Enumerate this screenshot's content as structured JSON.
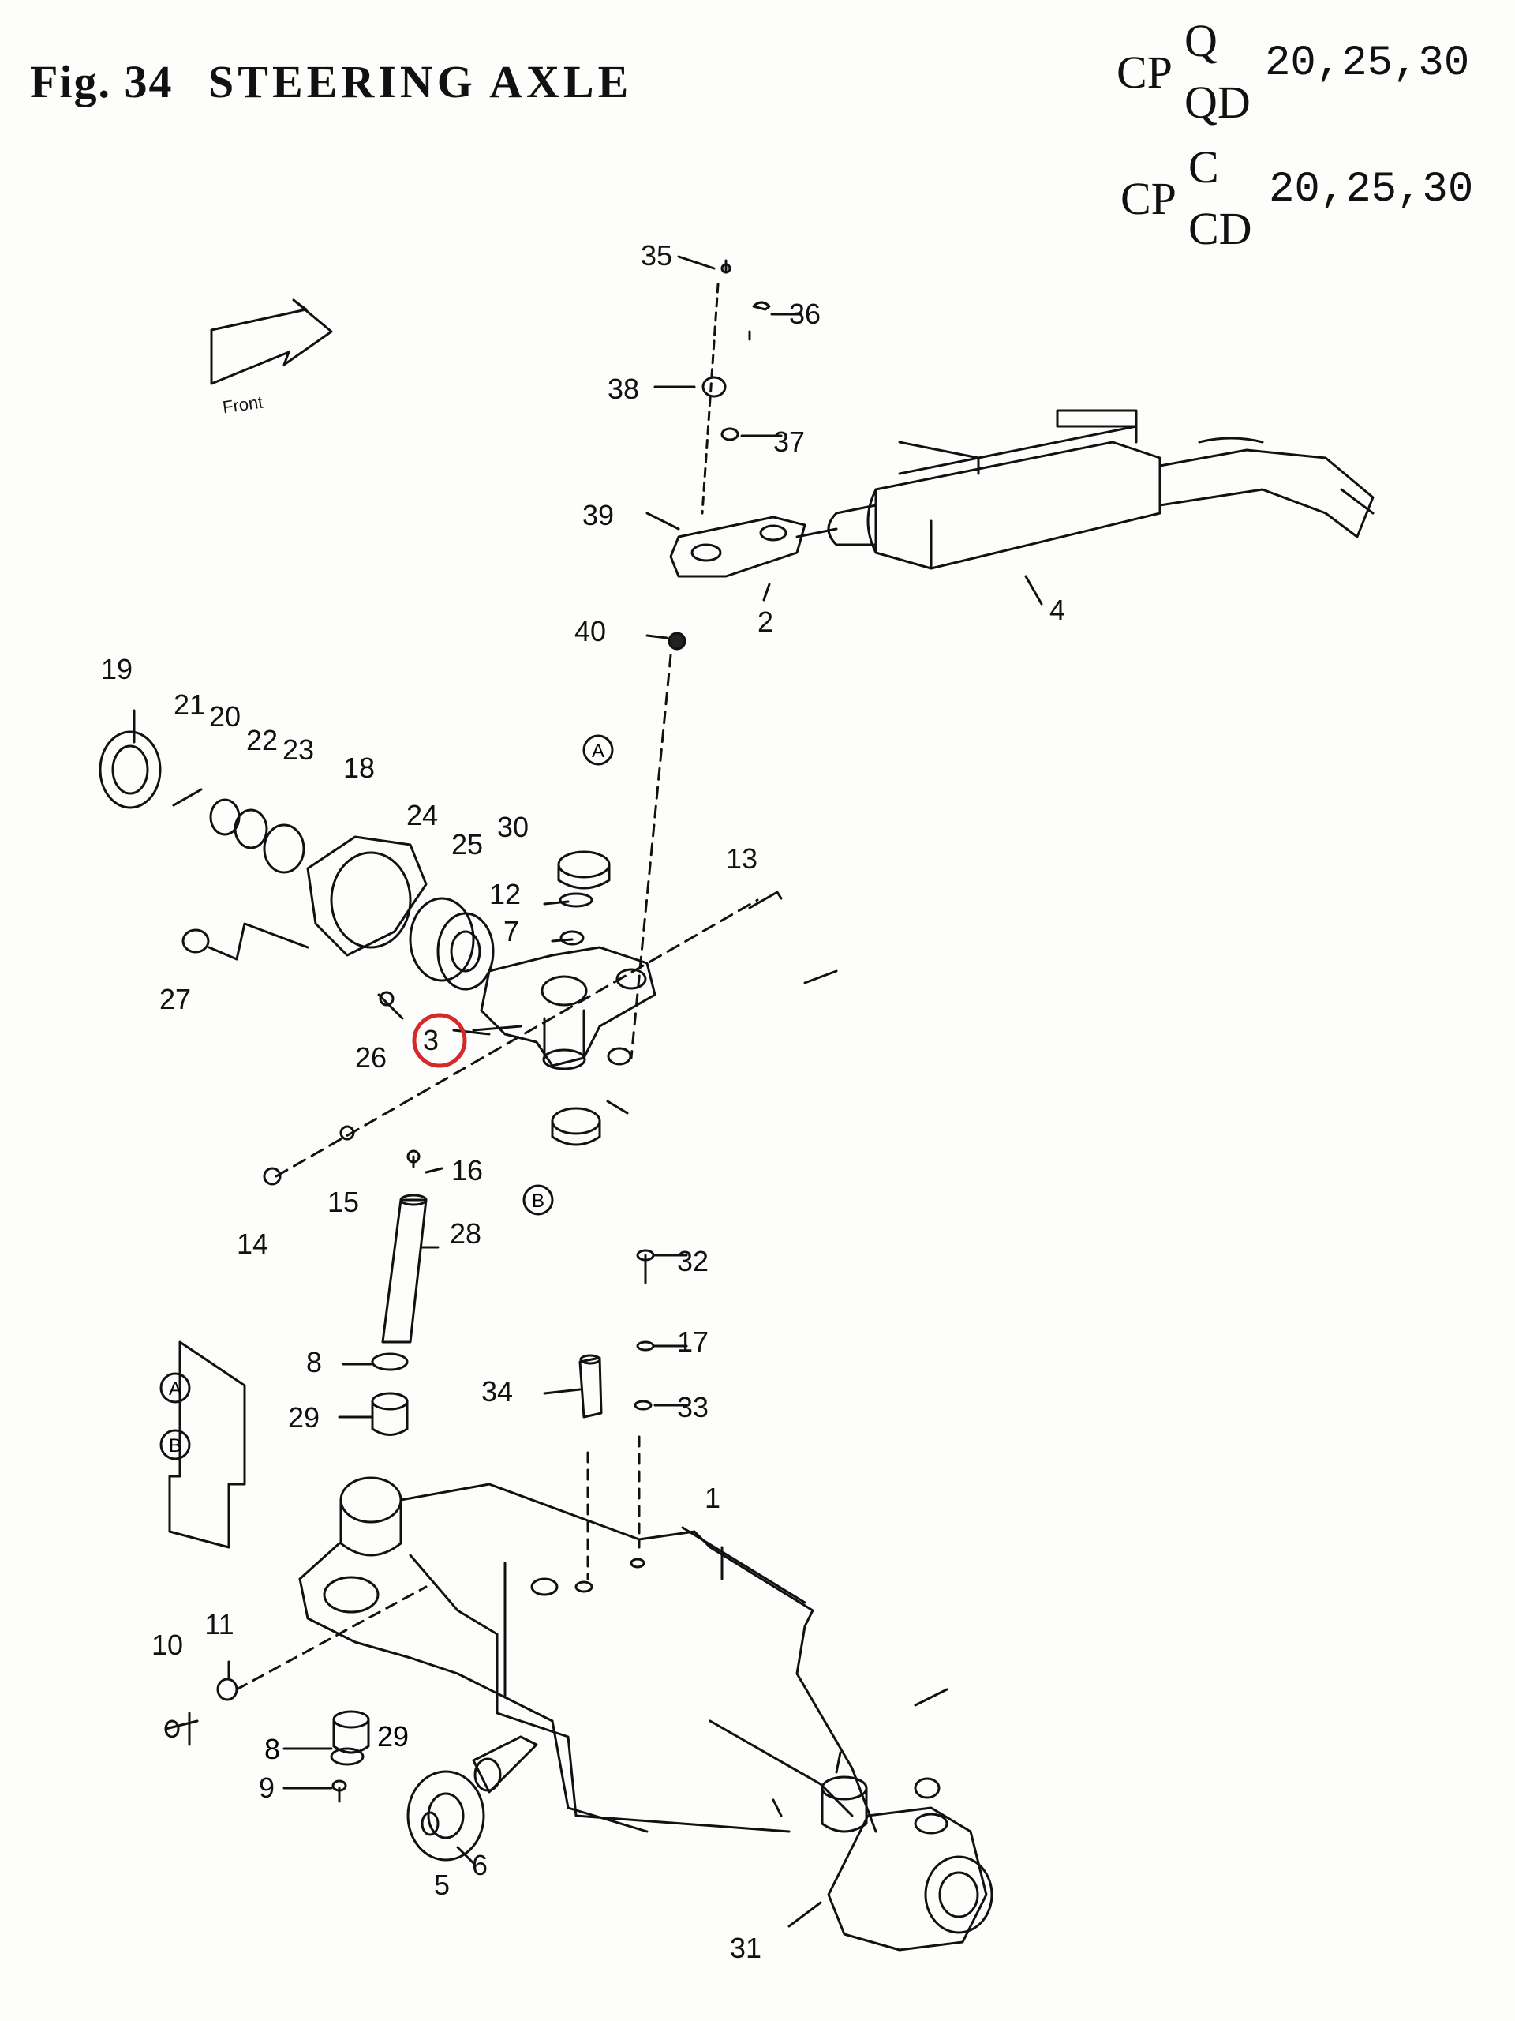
{
  "title": {
    "fig": "Fig. 34",
    "name": "STEERING AXLE"
  },
  "models": [
    {
      "base": "CP",
      "sup": "Q",
      "sub": "QD",
      "sizes": "20,25,30"
    },
    {
      "base": "CP",
      "sup": "C",
      "sub": "CD",
      "sizes": "20,25,30"
    }
  ],
  "direction_label": "Front",
  "highlight_color": "#d42a2a",
  "highlighted_part": "3",
  "parts": [
    "35",
    "36",
    "38",
    "37",
    "39",
    "2",
    "4",
    "40",
    "19",
    "21",
    "20",
    "22",
    "23",
    "18",
    "24",
    "25",
    "30",
    "12",
    "7",
    "13",
    "27",
    "26",
    "3",
    "14",
    "15",
    "16",
    "28",
    "8",
    "29",
    "34",
    "32",
    "17",
    "33",
    "1",
    "10",
    "11",
    "9",
    "5",
    "6",
    "31"
  ],
  "refs": {
    "A": "A",
    "B": "B"
  }
}
